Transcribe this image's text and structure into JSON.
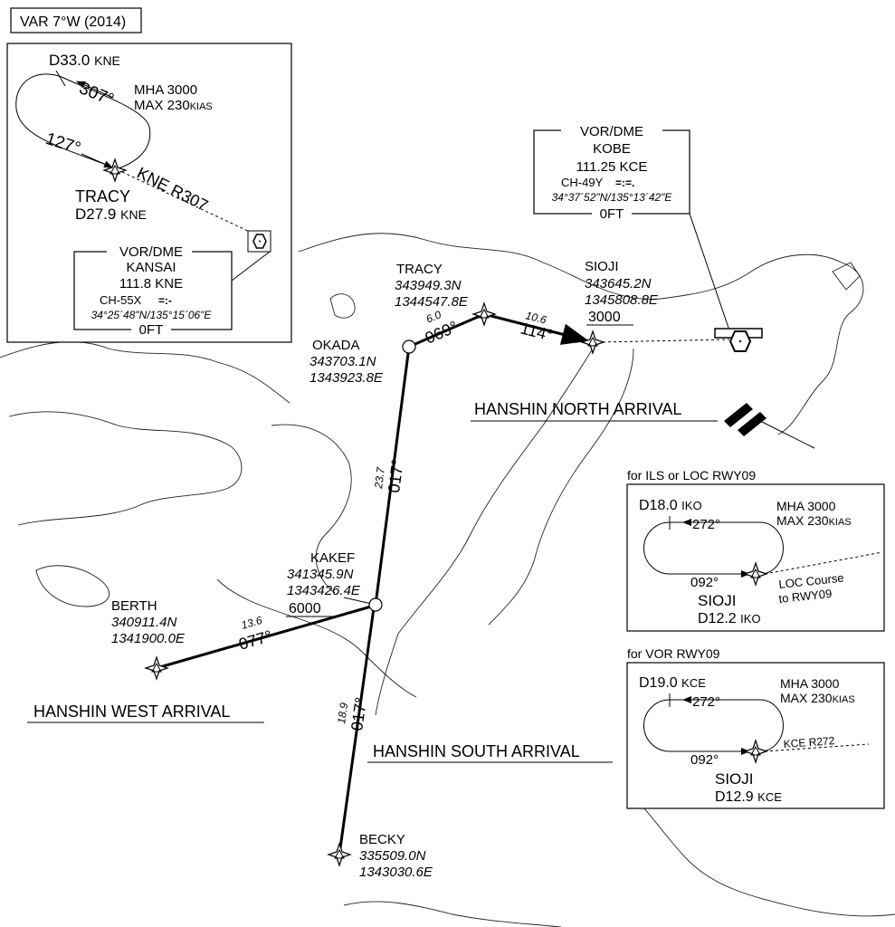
{
  "variation": "VAR 7°W (2014)",
  "inset_kansai": {
    "fix_far": "D33.0",
    "fix_far_unit": "KNE",
    "outbound": "307°",
    "inbound": "127°",
    "mha": "MHA 3000",
    "max": "MAX 230",
    "max_unit": "KIAS",
    "fix_name": "TRACY",
    "fix_dist": "D27.9",
    "fix_dist_unit": "KNE",
    "radial": "KNE R307",
    "navaid": {
      "type": "VOR/DME",
      "name": "KANSAI",
      "freq": "111.8  KNE",
      "channel": "CH-55X",
      "coords": "34°25´48\"N/135°15´06\"E",
      "elev": "0FT"
    }
  },
  "kobe_navaid": {
    "type": "VOR/DME",
    "name": "KOBE",
    "freq": "111.25  KCE",
    "channel": "CH-49Y",
    "coords": "34°37´52\"N/135°13´42\"E",
    "elev": "0FT"
  },
  "waypoints": {
    "tracy": {
      "name": "TRACY",
      "lat": "343949.3N",
      "lon": "1344547.8E"
    },
    "sioji": {
      "name": "SIOJI",
      "lat": "343645.2N",
      "lon": "1345808.8E",
      "alt": "3000"
    },
    "okada": {
      "name": "OKADA",
      "lat": "343703.1N",
      "lon": "1343923.8E"
    },
    "kakef": {
      "name": "KAKEF",
      "lat": "341345.9N",
      "lon": "1343426.4E",
      "alt": "6000"
    },
    "berth": {
      "name": "BERTH",
      "lat": "340911.4N",
      "lon": "1341900.0E"
    },
    "becky": {
      "name": "BECKY",
      "lat": "335509.0N",
      "lon": "1343030.6E"
    }
  },
  "legs": {
    "okada_tracy": {
      "dist": "6.0",
      "course": "069°"
    },
    "tracy_sioji": {
      "dist": "10.6",
      "course": "114°"
    },
    "kakef_okada": {
      "dist": "23.7",
      "course": "017°"
    },
    "berth_kakef": {
      "dist": "13.6",
      "course": "077°"
    },
    "becky_kakef": {
      "dist": "18.9",
      "course": "017°"
    }
  },
  "arrivals": {
    "north": "HANSHIN NORTH ARRIVAL",
    "west": "HANSHIN WEST ARRIVAL",
    "south": "HANSHIN SOUTH ARRIVAL"
  },
  "hold_ils": {
    "caption": "for ILS or LOC RWY09",
    "fix_far": "D18.0",
    "fix_far_unit": "IKO",
    "outbound": "272°",
    "inbound": "092°",
    "mha": "MHA 3000",
    "max": "MAX 230",
    "max_unit": "KIAS",
    "fix_name": "SIOJI",
    "fix_dist": "D12.2",
    "fix_dist_unit": "IKO",
    "course_label_1": "LOC Course",
    "course_label_2": "to RWY09"
  },
  "hold_vor": {
    "caption": "for VOR RWY09",
    "fix_far": "D19.0",
    "fix_far_unit": "KCE",
    "outbound": "272°",
    "inbound": "092°",
    "mha": "MHA 3000",
    "max": "MAX 230",
    "max_unit": "KIAS",
    "fix_name": "SIOJI",
    "fix_dist": "D12.9",
    "fix_dist_unit": "KCE",
    "radial": "KCE R272"
  }
}
